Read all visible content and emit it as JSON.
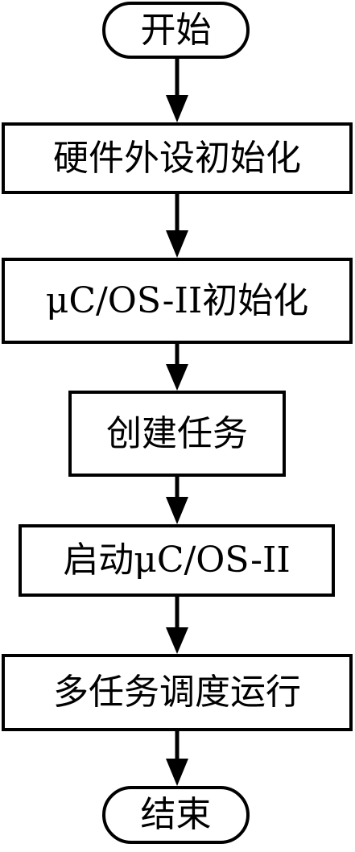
{
  "flowchart": {
    "steps": [
      {
        "id": "start",
        "label": "开始",
        "shape": "terminal"
      },
      {
        "id": "hw_init",
        "label": "硬件外设初始化",
        "shape": "process"
      },
      {
        "id": "os_init",
        "label": "μC/OS-II初始化",
        "shape": "process"
      },
      {
        "id": "create_task",
        "label": "创建任务",
        "shape": "process"
      },
      {
        "id": "start_os",
        "label": "启动μC/OS-II",
        "shape": "process"
      },
      {
        "id": "multitask",
        "label": "多任务调度运行",
        "shape": "process"
      },
      {
        "id": "end",
        "label": "结束",
        "shape": "terminal"
      }
    ],
    "colors": {
      "stroke": "#000000",
      "fill": "#ffffff",
      "text": "#000000"
    }
  }
}
